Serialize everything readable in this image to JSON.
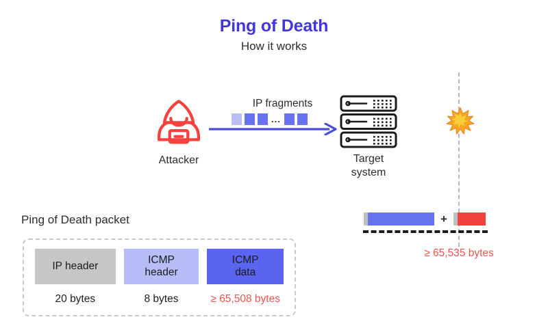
{
  "header": {
    "title": "Ping of Death",
    "subtitle": "How it works",
    "title_color": "#4237d6"
  },
  "diagram": {
    "attacker": {
      "label": "Attacker",
      "icon": "hooded-attacker-icon",
      "color": "#f4423f"
    },
    "flow": {
      "fragments_label": "IP fragments",
      "ellipsis": "...",
      "arrow_color": "#4b4bd8",
      "fragments": [
        {
          "color": "#b9bff5"
        },
        {
          "color": "#6672f0"
        },
        {
          "color": "#6672f0"
        },
        {
          "color": "#6672f0"
        },
        {
          "color": "#6672f0"
        }
      ]
    },
    "target": {
      "label_line1": "Target",
      "label_line2": "system",
      "icon": "server-rack-icon"
    },
    "impact": {
      "icon": "explosion-icon",
      "threshold_line_color": "#b8b8b8"
    },
    "size_comparison": {
      "plus": "+",
      "limit_label": "≥ 65,535 bytes",
      "limit_color": "#ef5350",
      "bar_blue_color": "#6672f0",
      "bar_red_color": "#f0403f",
      "bar_gray_color": "#bfbfbf"
    }
  },
  "packet": {
    "title": "Ping of Death packet",
    "fields": [
      {
        "label": "IP header",
        "size": "20 bytes",
        "color": "#c6c6c6",
        "size_color": "#1b1b1b"
      },
      {
        "label": "ICMP\nheader",
        "size": "8 bytes",
        "color": "#b6bdf7",
        "size_color": "#1b1b1b"
      },
      {
        "label": "ICMP\ndata",
        "size": "≥ 65,508 bytes",
        "color": "#5a64ef",
        "size_color": "#ef5350"
      }
    ],
    "field_labels": {
      "ip_header": "IP header",
      "icmp_header_line1": "ICMP",
      "icmp_header_line2": "header",
      "icmp_data_line1": "ICMP",
      "icmp_data_line2": "data"
    },
    "sizes": {
      "ip_header": "20 bytes",
      "icmp_header": "8 bytes",
      "icmp_data": "≥ 65,508 bytes"
    }
  }
}
